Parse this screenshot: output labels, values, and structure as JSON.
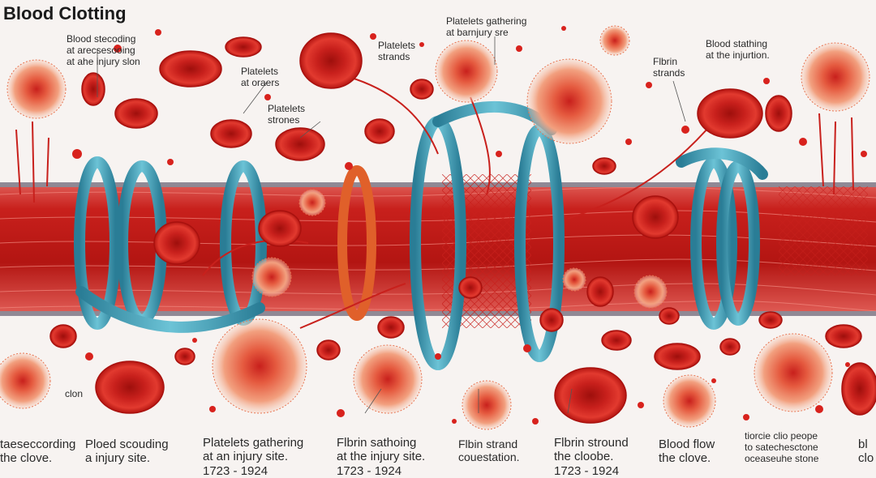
{
  "title": "Blood Clotting",
  "top_labels": [
    {
      "line1": "Blood stecoding",
      "line2": "at arecsesooing",
      "line3": "at ahe injury slon"
    },
    {
      "line1": "Platelets",
      "line2": "at oraers"
    },
    {
      "line1": "Platelets",
      "line2": "strones"
    },
    {
      "line1": "Platelets",
      "line2": "strands"
    },
    {
      "line1": "Platelets gathering",
      "line2": "at barnjury sre"
    },
    {
      "line1": "Flbrin",
      "line2": "strands"
    },
    {
      "line1": "Blood stathing",
      "line2": "at the injurtion."
    }
  ],
  "side_label": "clon",
  "bottom_labels": [
    {
      "line1": "taeseccording",
      "line2": "the clove."
    },
    {
      "line1": "Ploed scouding",
      "line2": "a injury site."
    },
    {
      "line1": "Platelets gathering",
      "line2": "at an injury site.",
      "line3": "1723 - 1924"
    },
    {
      "line1": "Flbrin sathoing",
      "line2": "at the injury site.",
      "line3": "1723 - 1924"
    },
    {
      "line1": "Flbin strand",
      "line2": "couestation."
    },
    {
      "line1": "Flbrin stround",
      "line2": "the cloobe.",
      "line3": "1723 - 1924"
    },
    {
      "line1": "Blood flow",
      "line2": "the clove."
    },
    {
      "line1": "tiorcie clio peope",
      "line2": "to satechesctone",
      "line3": "oceaseuhe stone"
    },
    {
      "line1": "bl",
      "line2": "clo"
    }
  ],
  "colors": {
    "background": "#f7f3f1",
    "vessel": "#c8201c",
    "vessel_dark": "#8f1210",
    "cell": "#d8221d",
    "cell_center": "#a5100e",
    "fibrin_ring": "#3a9fb8",
    "platelet": "#e8734f"
  }
}
